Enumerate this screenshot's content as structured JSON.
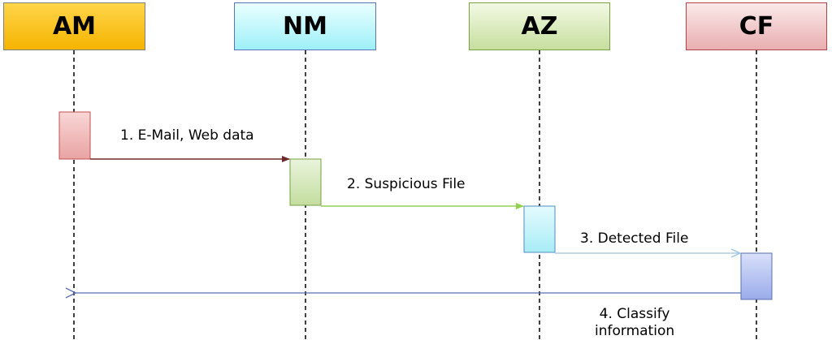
{
  "actors": [
    {
      "id": "am",
      "label": "AM",
      "fill_top": "#ffd54a",
      "fill_bottom": "#f5b400",
      "border": "#7f7f7f"
    },
    {
      "id": "nm",
      "label": "NM",
      "fill_top": "#eaffff",
      "fill_bottom": "#9ef0f8",
      "border": "#5b73b7"
    },
    {
      "id": "az",
      "label": "AZ",
      "fill_top": "#f3f9e4",
      "fill_bottom": "#c6df9e",
      "border": "#7aa23f"
    },
    {
      "id": "cf",
      "label": "CF",
      "fill_top": "#fbeaea",
      "fill_bottom": "#e9aeb0",
      "border": "#b04448"
    }
  ],
  "messages": [
    {
      "number": 1,
      "text": "1. E-Mail, Web data",
      "color": "#6e2a2a"
    },
    {
      "number": 2,
      "text": "2. Suspicious File",
      "color": "#92d050"
    },
    {
      "number": 3,
      "text": "3. Detected File",
      "color": "#9dc3e6"
    },
    {
      "number": 4,
      "text_line1": "4. Classify",
      "text_line2": "information",
      "color": "#5b6fb0"
    }
  ],
  "activations": [
    {
      "actor": "am",
      "fill": "#f2b9b9",
      "border": "#c0504d"
    },
    {
      "actor": "nm",
      "fill": "#d7e9be",
      "border": "#76a040"
    },
    {
      "actor": "az",
      "fill": "#c4f4fb",
      "border": "#4f8fc0"
    },
    {
      "actor": "cf",
      "fill": "#b7c3f1",
      "border": "#5b6fb0"
    }
  ]
}
